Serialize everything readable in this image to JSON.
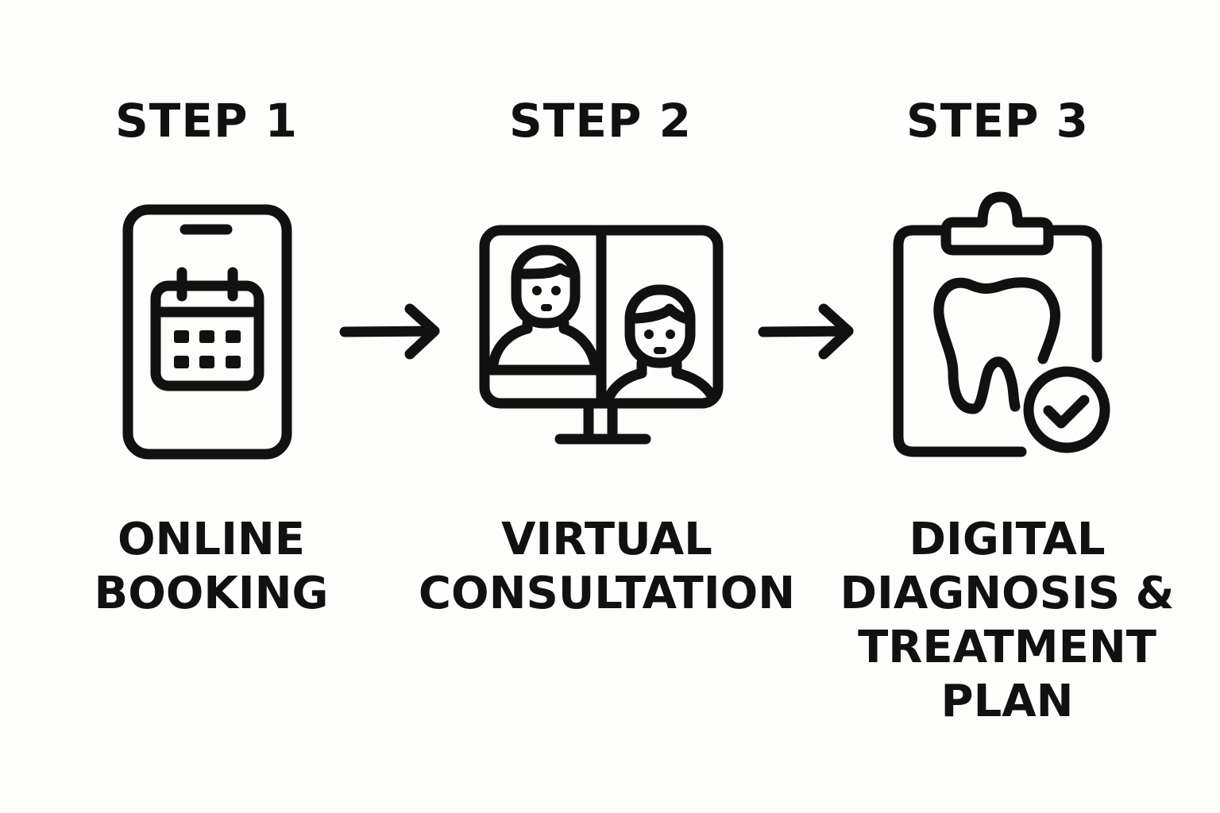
{
  "steps": [
    {
      "title": "STEP 1",
      "icon": "phone-calendar-icon",
      "label_lines": [
        "ONLINE",
        "BOOKING"
      ]
    },
    {
      "title": "STEP 2",
      "icon": "video-call-monitor-icon",
      "label_lines": [
        "VIRTUAL",
        "CONSULTATION"
      ]
    },
    {
      "title": "STEP 3",
      "icon": "clipboard-tooth-check-icon",
      "label_lines": [
        "DIGITAL",
        "DIAGNOSIS &",
        "TREATMENT",
        "PLAN"
      ]
    }
  ],
  "connectors": [
    {
      "icon": "arrow-right-icon",
      "from": "STEP 1",
      "to": "STEP 2"
    },
    {
      "icon": "arrow-right-icon",
      "from": "STEP 2",
      "to": "STEP 3"
    }
  ],
  "colors": {
    "background": "#fdfdfc",
    "foreground": "#111111"
  }
}
